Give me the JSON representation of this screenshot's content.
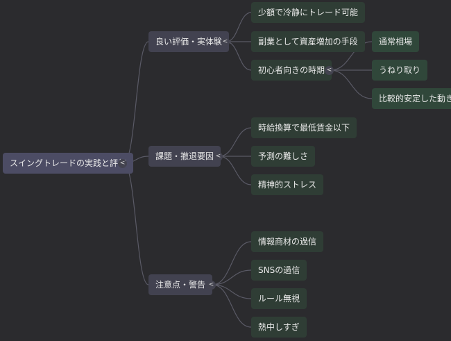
{
  "mindmap": {
    "root": {
      "label": "スイングトレードの実践と評価"
    },
    "collapse_icon": "<",
    "branches": [
      {
        "label": "良い評価・実体験",
        "children": [
          {
            "label": "少額で冷静にトレード可能"
          },
          {
            "label": "副業として資産増加の手段"
          },
          {
            "label": "初心者向きの時期",
            "children": [
              {
                "label": "通常相場"
              },
              {
                "label": "うねり取り"
              },
              {
                "label": "比較的安定した動き"
              }
            ]
          }
        ]
      },
      {
        "label": "課題・撤退要因",
        "children": [
          {
            "label": "時給換算で最低賃金以下"
          },
          {
            "label": "予測の難しさ"
          },
          {
            "label": "精神的ストレス"
          }
        ]
      },
      {
        "label": "注意点・警告",
        "children": [
          {
            "label": "情報商材の過信"
          },
          {
            "label": "SNSの過信"
          },
          {
            "label": "ルール無視"
          },
          {
            "label": "熱中しすぎ"
          }
        ]
      }
    ]
  },
  "colors": {
    "background": "#2b2b2e",
    "root_node": "#4c4c64",
    "branch_node": "#424250",
    "leaf_node": "#2f3d35",
    "subleaf_node": "#30473a",
    "connector": "#5a5a66"
  }
}
